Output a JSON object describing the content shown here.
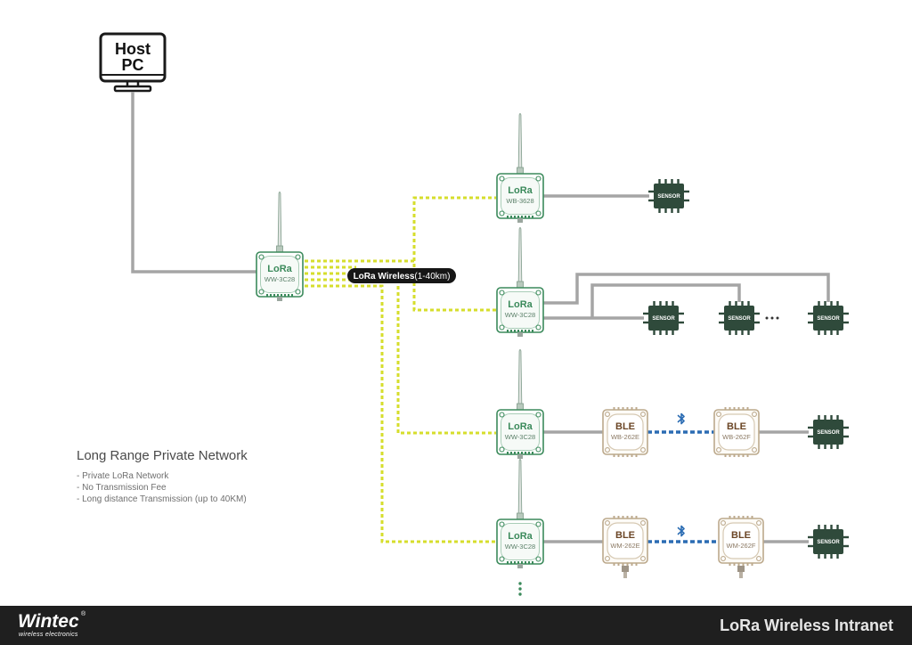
{
  "host_pc": {
    "line1": "Host",
    "line2": "PC"
  },
  "gateway": {
    "label": "LoRa",
    "model": "WW-3C28"
  },
  "wireless_link": {
    "label": "LoRa Wireless",
    "range": "(1-40km)"
  },
  "lora_nodes": [
    {
      "label": "LoRa",
      "model": "WB-3628"
    },
    {
      "label": "LoRa",
      "model": "WW-3C28"
    },
    {
      "label": "LoRa",
      "model": "WW-3C28"
    },
    {
      "label": "LoRa",
      "model": "WW-3C28"
    }
  ],
  "ble_modules": [
    {
      "label": "BLE",
      "model": "WB-262E"
    },
    {
      "label": "BLE",
      "model": "WB-262F"
    },
    {
      "label": "BLE",
      "model": "WM-262E"
    },
    {
      "label": "BLE",
      "model": "WM-262F"
    }
  ],
  "sensors": [
    "SENSOR",
    "SENSOR",
    "SENSOR",
    "SENSOR",
    "SENSOR",
    "SENSOR"
  ],
  "info": {
    "title": "Long Range Private Network",
    "bullets": [
      "- Private LoRa Network",
      "- No Transmission Fee",
      "- Long distance Transmission (up to 40KM)"
    ]
  },
  "footer": {
    "brand": "Wintec",
    "registered": "®",
    "tagline": "wireless electronics",
    "title": "LoRa Wireless Intranet"
  },
  "icons": {
    "host": "monitor-icon",
    "antenna": "antenna-icon",
    "sensor": "sensor-chip-icon",
    "ble_link": "bluetooth-icon"
  },
  "colors": {
    "lora": "#3b8a5b",
    "ble": "#bca98c",
    "sensor": "#2f4a3b",
    "wireless_link": "#d6de2c",
    "bluetooth_link": "#2b6cb3",
    "wire": "#a5a5a5",
    "footer": "#1f1f1f"
  }
}
